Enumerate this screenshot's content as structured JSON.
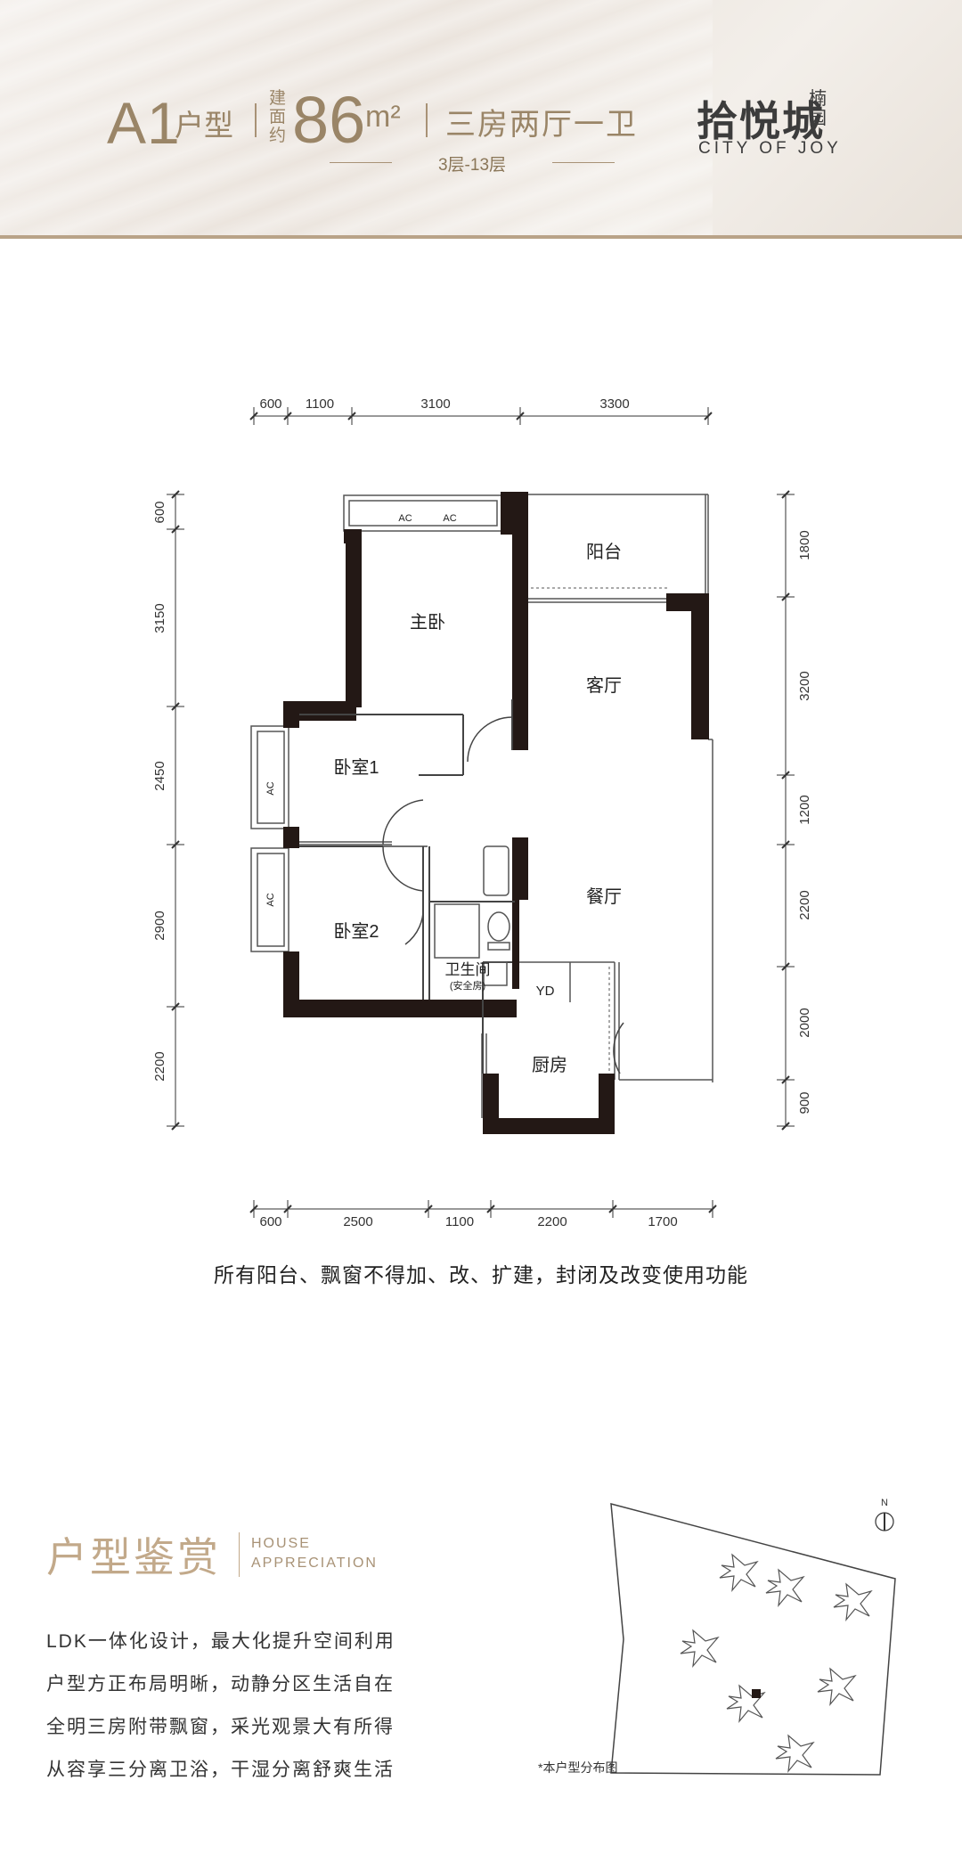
{
  "header": {
    "unit_code": "A1",
    "unit_type_label": "户型",
    "area_label": "建面约",
    "area_value": "86",
    "area_unit": "m²",
    "rooms": "三房两厅一卫",
    "floors": "3层-13层"
  },
  "logo": {
    "name_cn": "拾悦城",
    "sub_cn": "楠园",
    "name_en": "CITY OF JOY"
  },
  "plan": {
    "top_dims": [
      "600",
      "1100",
      "3100",
      "3300"
    ],
    "bottom_dims": [
      "600",
      "2500",
      "1100",
      "2200",
      "1700"
    ],
    "left_dims": [
      "600",
      "3150",
      "2450",
      "2900",
      "2200"
    ],
    "right_dims": [
      "1800",
      "3200",
      "1200",
      "2200",
      "2000",
      "900"
    ],
    "rooms": {
      "balcony": "阳台",
      "master": "主卧",
      "living": "客厅",
      "bedroom1": "卧室1",
      "bedroom2": "卧室2",
      "dining": "餐厅",
      "bathroom": "卫生间",
      "bathroom_note": "(安全房)",
      "kitchen": "厨房"
    },
    "ac_label": "AC",
    "yd_label": "YD"
  },
  "notice": "所有阳台、飘窗不得加、改、扩建，封闭及改变使用功能",
  "appreciation": {
    "title": "户型鉴赏",
    "en_line1": "HOUSE",
    "en_line2": "APPRECIATION",
    "lines": [
      "LDK一体化设计，最大化提升空间利用",
      "户型方正布局明晰，动静分区生活自在",
      "全明三房附带飘窗，采光观景大有所得",
      "从容享三分离卫浴，干湿分离舒爽生活"
    ]
  },
  "site_map": {
    "north": "N",
    "caption": "*本户型分布图"
  },
  "colors": {
    "gold": "#9a8567",
    "wall": "#231815",
    "accent_line": "#b9a388"
  }
}
